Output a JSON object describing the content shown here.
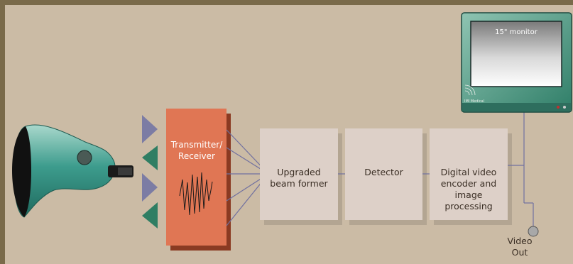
{
  "blocks": {
    "transmitter": "Transmitter/\nReceiver",
    "beamformer": "Upgraded\nbeam former",
    "detector": "Detector",
    "encoder": "Digital video\nencoder and\nimage\nprocessing"
  },
  "monitor": {
    "label": "15\" monitor",
    "brand": "IMI Medical"
  },
  "video_out": "Video\nOut",
  "colors": {
    "background": "#cbbba5",
    "frame": "#7a6a4a",
    "transmitter": "#e07654",
    "transmitter_shadow": "#8a3a22",
    "block": "#ddd0c8",
    "block_shadow": "#b3a592",
    "probe": "#3d9c8d",
    "arrow_purple": "#7c7ca4",
    "arrow_green": "#2f7e63"
  }
}
